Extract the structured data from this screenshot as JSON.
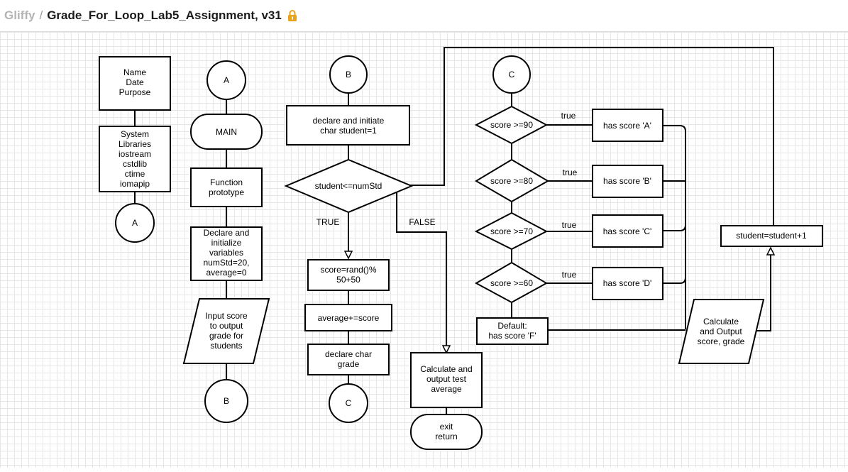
{
  "header": {
    "brand": "Gliffy",
    "separator": "/",
    "title": "Grade_For_Loop_Lab5_Assignment, v31",
    "lock_icon": "lock-icon",
    "lock_color": "#e8a317"
  },
  "diagram": {
    "col1": {
      "header_box": [
        "Name",
        "Date",
        "Purpose"
      ],
      "libraries_box": [
        "System",
        "Libraries",
        "iostream",
        "cstdlib",
        "ctime",
        "iomapip"
      ],
      "connector_a": "A"
    },
    "col2": {
      "connector_a": "A",
      "main": "MAIN",
      "prototype": [
        "Function",
        "prototype"
      ],
      "declare": [
        "Declare and",
        "initialize",
        "variables",
        "numStd=20,",
        "average=0"
      ],
      "input": [
        "Input score",
        "to output",
        "grade for",
        "students"
      ],
      "connector_b": "B"
    },
    "col3": {
      "connector_b": "B",
      "declare_student": [
        "declare and initiate",
        "char student=1"
      ],
      "loop_condition": "student<=numStd",
      "true_label": "TRUE",
      "false_label": "FALSE",
      "score_calc": [
        "score=rand()%",
        "50+50"
      ],
      "average_update": "average+=score",
      "declare_grade": [
        "declare char",
        "grade"
      ],
      "connector_c": "C",
      "calc_average": [
        "Calculate and",
        "output test",
        "average"
      ],
      "exit": [
        "exit",
        "return"
      ]
    },
    "col4": {
      "connector_c": "C",
      "conditions": [
        "score >=90",
        "score >=80",
        "score >=70",
        "score >=60"
      ],
      "true_labels": [
        "true",
        "true",
        "true",
        "true"
      ],
      "results": [
        "has score 'A'",
        "has score 'B'",
        "has score 'C'",
        "has score 'D'"
      ],
      "default": [
        "Default:",
        "has score 'F'"
      ],
      "output": [
        "Calculate",
        "and Output",
        "score, grade"
      ],
      "increment": "student=student+1"
    }
  }
}
